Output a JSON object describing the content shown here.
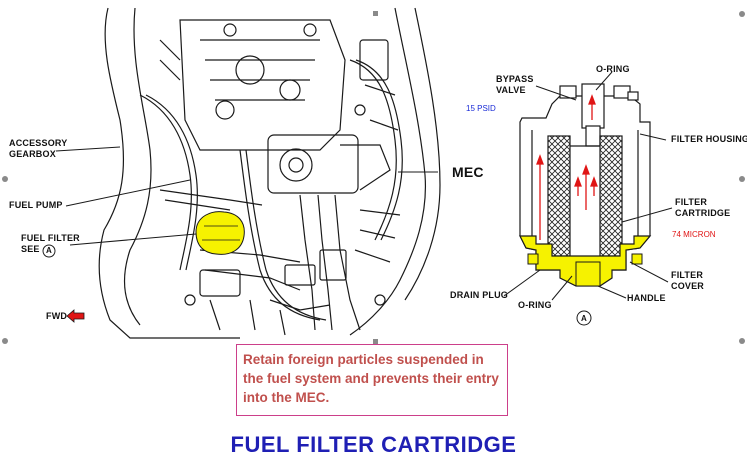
{
  "labels": {
    "accessory_gearbox": "ACCESSORY\nGEARBOX",
    "fuel_pump": "FUEL PUMP",
    "fuel_filter_see": "FUEL FILTER\nSEE",
    "see_callout_letter": "A",
    "mec": "MEC",
    "fwd": "FWD",
    "bypass_valve": "BYPASS\nVALVE",
    "o_ring_top": "O-RING",
    "psid": "15 PSID",
    "filter_housing": "FILTER HOUSING",
    "filter_cartridge": "FILTER\nCARTRIDGE",
    "micron": "74 MICRON",
    "filter_cover": "FILTER\nCOVER",
    "drain_plug": "DRAIN PLUG",
    "o_ring_bottom": "O-RING",
    "handle": "HANDLE",
    "detail_letter": "A"
  },
  "callout_text": "Retain foreign particles suspended in the fuel system and prevents their entry into the MEC.",
  "title": "FUEL FILTER CARTRIDGE",
  "colors": {
    "highlight_yellow": "#f6f200",
    "title_blue": "#1f1fb4",
    "callout_text": "#c0504d",
    "callout_border": "#cc3f8a",
    "flow_red": "#e01515",
    "psid_blue": "#1a2bd6"
  }
}
